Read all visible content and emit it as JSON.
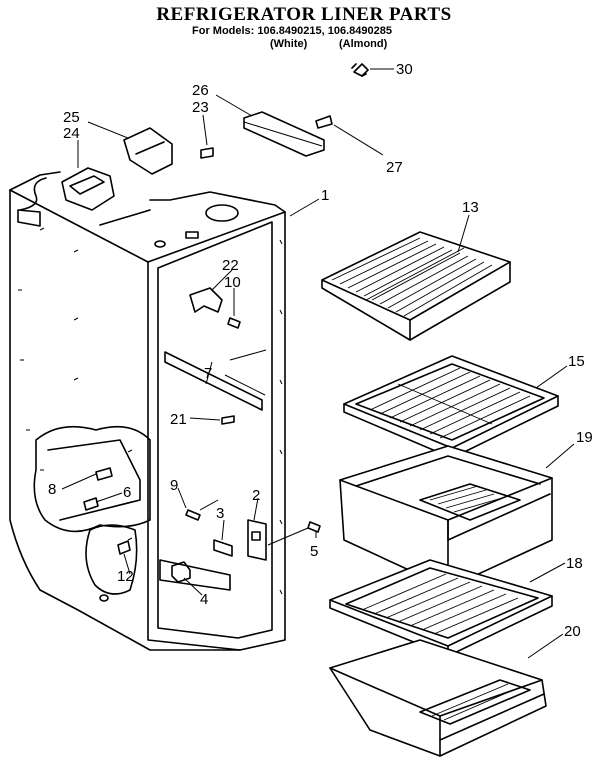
{
  "header": {
    "title": "REFRIGERATOR LINER PARTS",
    "models_line": "For Models: 106.8490215, 106.8490285",
    "variant_white": "(White)",
    "variant_almond": "(Almond)"
  },
  "callouts": {
    "c1": "1",
    "c2": "2",
    "c3": "3",
    "c4": "4",
    "c5": "5",
    "c6": "6",
    "c7": "7",
    "c8": "8",
    "c9": "9",
    "c10": "10",
    "c12": "12",
    "c13": "13",
    "c15": "15",
    "c18": "18",
    "c19": "19",
    "c20": "20",
    "c21": "21",
    "c22": "22",
    "c23": "23",
    "c24": "24",
    "c25": "25",
    "c26": "26",
    "c27": "27",
    "c30": "30"
  }
}
